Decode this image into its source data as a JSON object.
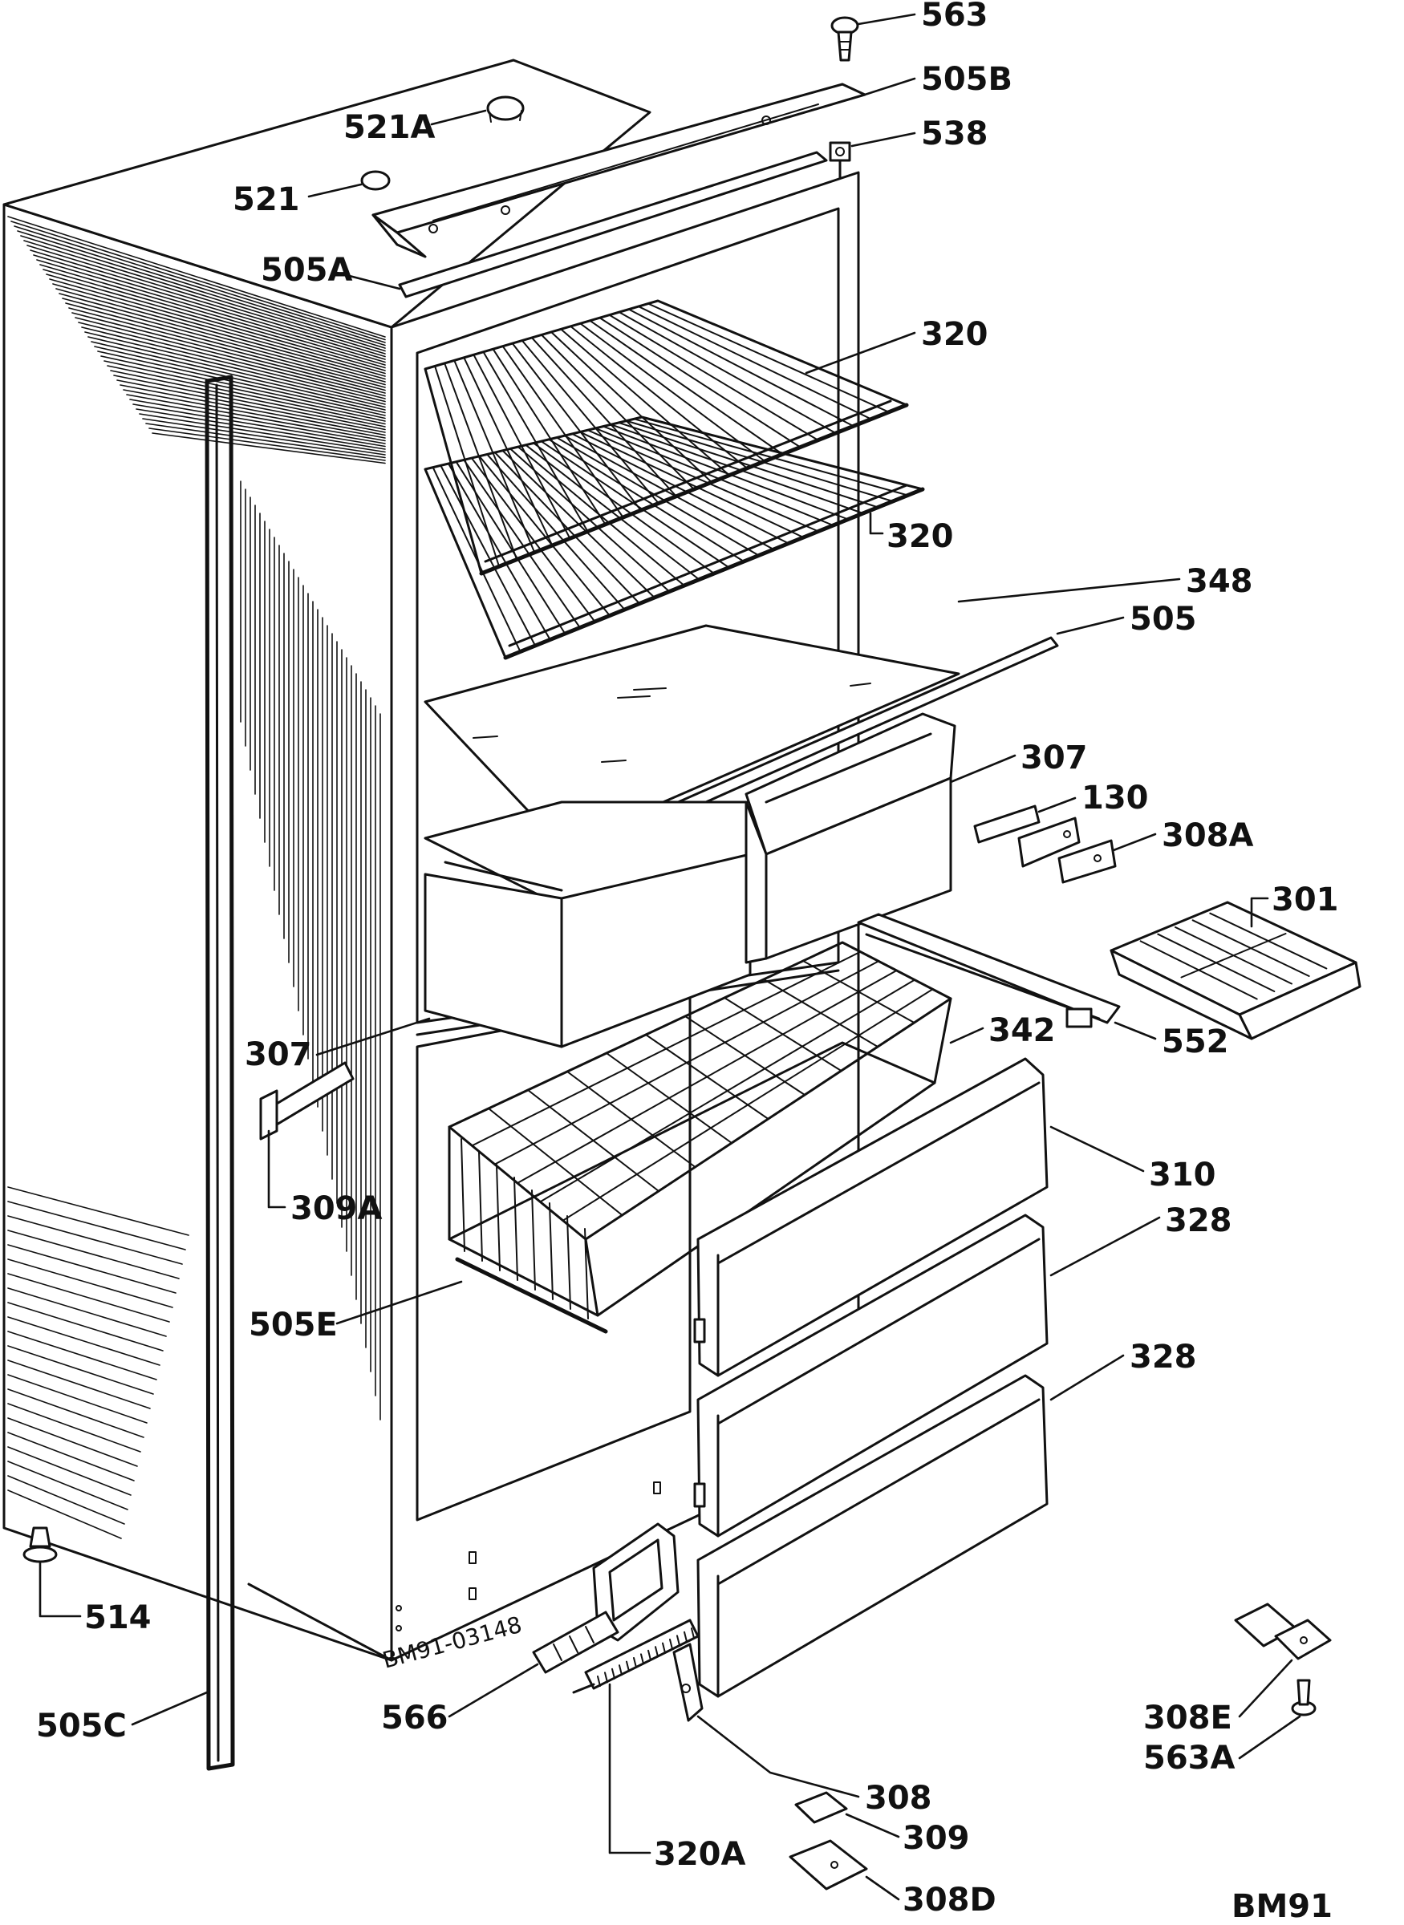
{
  "diagram": {
    "labels": {
      "p563": "563",
      "p505B": "505B",
      "p521A": "521A",
      "p538": "538",
      "p521": "521",
      "p505A": "505A",
      "p320a": "320",
      "p320b": "320",
      "p348": "348",
      "p505": "505",
      "p307a": "307",
      "p130": "130",
      "p308A": "308A",
      "p301": "301",
      "p342": "342",
      "p552": "552",
      "p307b": "307",
      "p309A": "309A",
      "p310": "310",
      "p328a": "328",
      "p328b": "328",
      "p505E": "505E",
      "p514": "514",
      "p505C": "505C",
      "p566": "566",
      "p308E": "308E",
      "p563A": "563A",
      "p308": "308",
      "p309": "309",
      "p320A": "320A",
      "p308D": "308D"
    },
    "drawing_code": "BM91-03148",
    "figure_id": "BM91"
  }
}
